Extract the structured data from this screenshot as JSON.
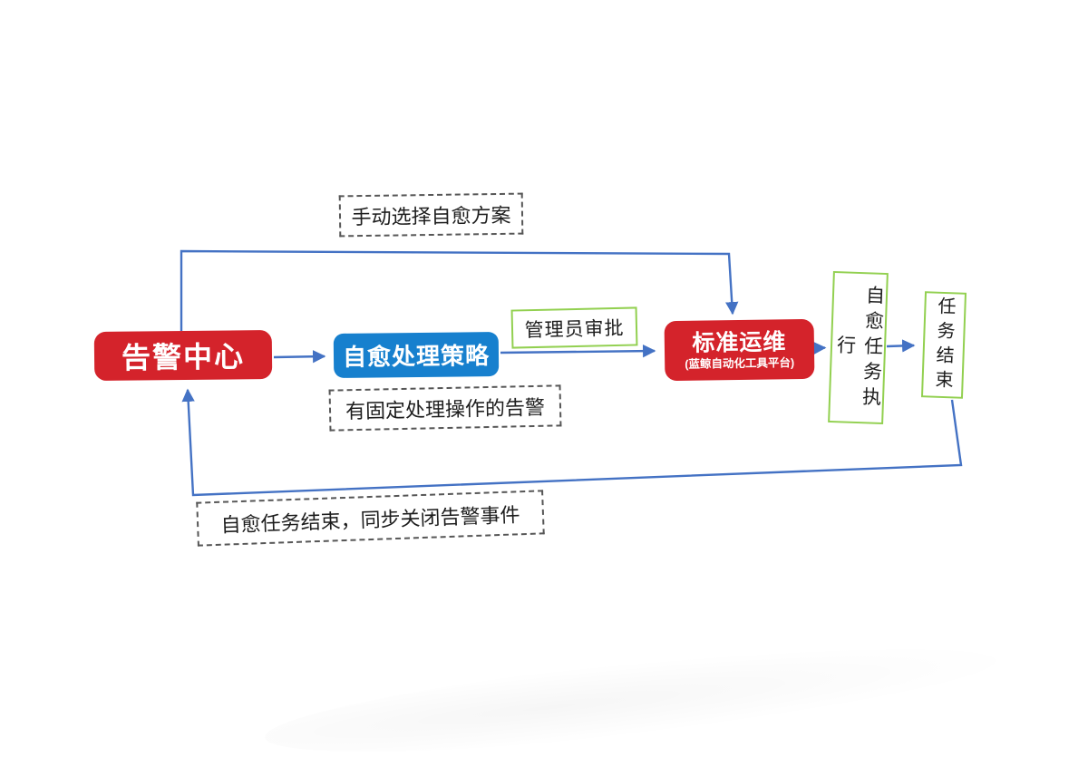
{
  "nodes": {
    "alert_center": "告警中心",
    "strategy": "自愈处理策略",
    "approval": "管理员审批",
    "standard_ops_title": "标准运维",
    "standard_ops_subtitle": "(蓝鲸自动化工具平台)",
    "task_exec": "自愈任务执行",
    "task_end": "任务结束"
  },
  "annotations": {
    "manual_select": "手动选择自愈方案",
    "fixed_ops_alert": "有固定处理操作的告警",
    "close_alert_event": "自愈任务结束，同步关闭告警事件"
  },
  "colors": {
    "red": "#d4232b",
    "blue": "#1780ce",
    "green_border": "#92d050",
    "arrow": "#4472c4",
    "dash_border": "#565656"
  }
}
